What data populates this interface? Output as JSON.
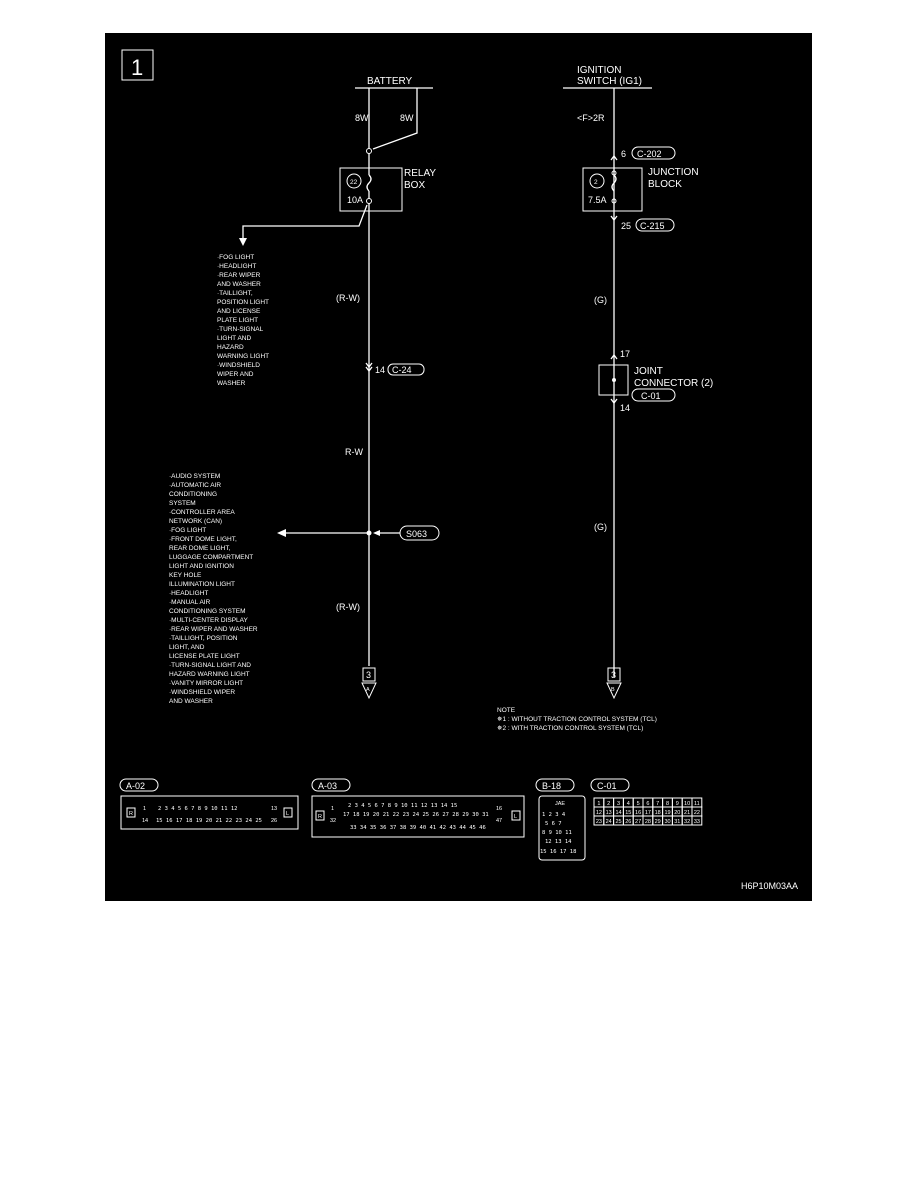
{
  "page_number": "1",
  "battery": {
    "label": "BATTERY",
    "wire_left": "8W",
    "wire_right": "8W"
  },
  "relay_box": {
    "label_1": "RELAY",
    "label_2": "BOX",
    "fuse_no": "22",
    "rating": "10A"
  },
  "ignition": {
    "label_1": "IGNITION",
    "label_2": "SWITCH (IG1)",
    "wire": "<F>2R"
  },
  "junction_block": {
    "label_1": "JUNCTION",
    "label_2": "BLOCK",
    "fuse_no": "2",
    "rating": "7.5A",
    "in_pin": "6",
    "in_conn": "C-202",
    "out_pin": "25",
    "out_conn": "C-215"
  },
  "left_wire": {
    "color_1": "(R-W)",
    "color_2": "R-W",
    "color_3": "(R-W)",
    "pin": "14",
    "conn": "C-24",
    "splice": "S063",
    "term_no": "3",
    "term_letter": "A"
  },
  "right_wire": {
    "color_1": "(G)",
    "color_2": "(G)",
    "term_no": "3",
    "term_letter": "B"
  },
  "joint_connector": {
    "label_1": "JOINT",
    "label_2": "CONNECTOR (2)",
    "conn": "C-01",
    "in_pin": "17",
    "out_pin": "14"
  },
  "branch_list_1": [
    "·FOG LIGHT",
    "·HEADLIGHT",
    "·REAR WIPER",
    " AND WASHER",
    "·TAILLIGHT,",
    " POSITION LIGHT",
    " AND LICENSE",
    " PLATE LIGHT",
    "·TURN-SIGNAL",
    " LIGHT AND",
    " HAZARD",
    " WARNING LIGHT",
    "·WINDSHIELD",
    " WIPER AND",
    " WASHER"
  ],
  "branch_list_2": [
    "·AUDIO SYSTEM",
    "·AUTOMATIC AIR",
    " CONDITIONING",
    " SYSTEM",
    "·CONTROLLER AREA",
    " NETWORK (CAN)",
    "·FOG LIGHT",
    "·FRONT DOME LIGHT,",
    " REAR DOME LIGHT,",
    " LUGGAGE COMPARTMENT",
    " LIGHT AND IGNITION",
    " KEY HOLE",
    " ILLUMINATION LIGHT",
    "·HEADLIGHT",
    "·MANUAL AIR",
    " CONDITIONING SYSTEM",
    "·MULTI-CENTER DISPLAY",
    "·REAR WIPER AND WASHER",
    "·TAILLIGHT, POSITION",
    " LIGHT, AND",
    " LICENSE PLATE LIGHT",
    "·TURN-SIGNAL LIGHT AND",
    " HAZARD WARNING LIGHT",
    "·VANITY MIRROR LIGHT",
    "·WINDSHIELD WIPER",
    " AND WASHER"
  ],
  "note": {
    "title": "NOTE",
    "line_1": "✵1 : WITHOUT TRACTION CONTROL SYSTEM (TCL)",
    "line_2": "✵2 : WITH TRACTION CONTROL SYSTEM (TCL)"
  },
  "connectors": {
    "a02": {
      "label": "A-02",
      "left_tag": "R",
      "right_tag": "L",
      "row1_first": "1",
      "row1_pins": "2 3 4 5 6 7 8 9 10 11 12",
      "row1_last": "13",
      "row2_first": "14",
      "row2_pins": "15 16 17 18 19 20 21 22 23 24 25",
      "row2_last": "26"
    },
    "a03": {
      "label": "A-03",
      "left_tag": "R",
      "right_tag": "L",
      "row1_first": "1",
      "row1_pins": "2 3 4 5 6 7 8 9 10 11 12 13 14 15",
      "row1_last": "16",
      "row2_first": "32",
      "row2_pins": "17 18 19 20 21 22 23 24 25 26 27 28 29 30 31",
      "row2_last": "47",
      "row3_pins": "33 34 35 36 37 38 39 40 41 42 43 44 45 46"
    },
    "b18": {
      "label": "B-18",
      "tag": "JAE",
      "rows": [
        "1 2 3 4",
        "5 6 7",
        "8 9 10 11",
        "12 13 14",
        "15 16 17 18"
      ]
    },
    "c01": {
      "label": "C-01",
      "row1": [
        "1",
        "2",
        "3",
        "4",
        "5",
        "6",
        "7",
        "8",
        "9",
        "10",
        "11"
      ],
      "row2": [
        "12",
        "13",
        "14",
        "15",
        "16",
        "17",
        "18",
        "19",
        "20",
        "21",
        "22"
      ],
      "row3": [
        "23",
        "24",
        "25",
        "26",
        "27",
        "28",
        "29",
        "30",
        "31",
        "32",
        "33"
      ]
    }
  },
  "figure_code": "H6P10M03AA"
}
